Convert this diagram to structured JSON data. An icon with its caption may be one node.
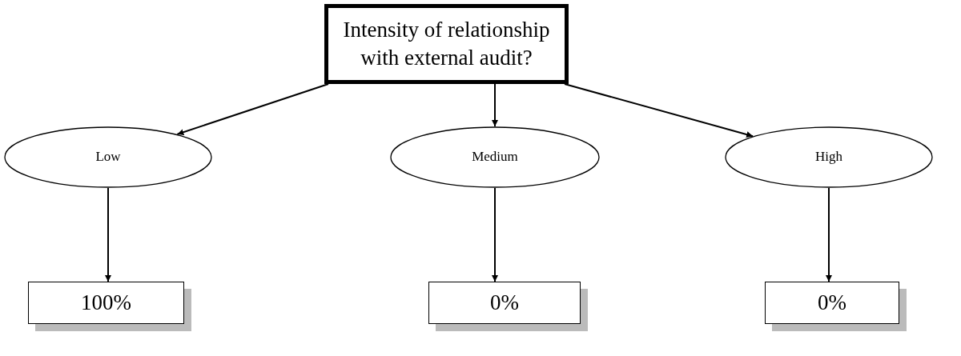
{
  "diagram": {
    "nodes": [
      {
        "text": [
          "Intensity of relationship with external audit?"
        ]
      },
      {
        "text": [
          "Low"
        ]
      },
      {
        "text": [
          "Medium"
        ]
      },
      {
        "text": [
          "High"
        ]
      },
      {
        "text": [
          "100%"
        ]
      },
      {
        "text": [
          "0%"
        ]
      },
      {
        "text": [
          "0%"
        ]
      }
    ],
    "edges": [
      {
        "from": 0,
        "to": 1,
        "arrow": "to"
      },
      {
        "from": 0,
        "to": 2,
        "arrow": "to"
      },
      {
        "from": 0,
        "to": 3,
        "arrow": "to"
      },
      {
        "from": 1,
        "to": 4,
        "arrow": "to"
      },
      {
        "from": 2,
        "to": 5,
        "arrow": "to"
      },
      {
        "from": 3,
        "to": 6,
        "arrow": "to"
      }
    ]
  }
}
